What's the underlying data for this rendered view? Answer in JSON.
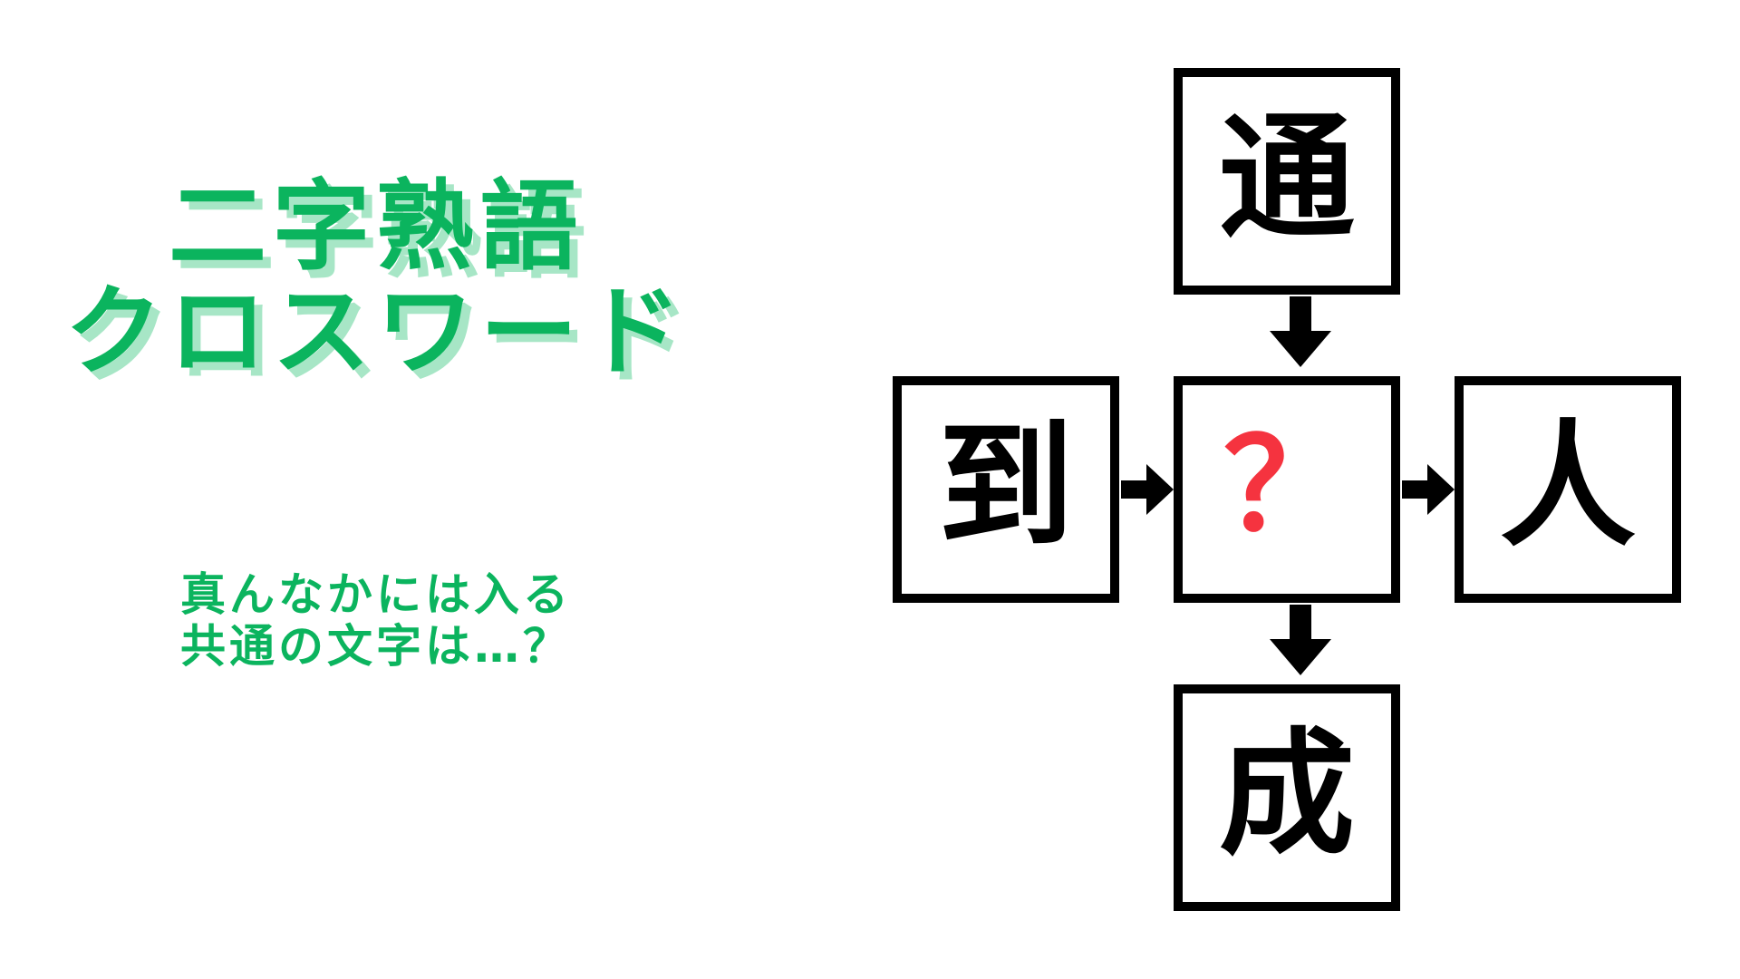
{
  "page": {
    "background_color": "#ffffff",
    "accent_green": "#0bb45e",
    "shadow_green": "#a7e6c6",
    "accent_red": "#f5333f",
    "border_black": "#000000"
  },
  "title": {
    "line1": "二字熟語",
    "line2": "クロスワード"
  },
  "subtitle": {
    "line1": "真んなかには入る",
    "line2": "共通の文字は…？"
  },
  "puzzle": {
    "cells": {
      "top": "通",
      "left": "到",
      "center": "？",
      "right": "人",
      "bottom": "成"
    },
    "arrows": [
      {
        "name": "arrow-top-to-center",
        "direction": "down"
      },
      {
        "name": "arrow-left-to-center",
        "direction": "right"
      },
      {
        "name": "arrow-center-to-right",
        "direction": "right"
      },
      {
        "name": "arrow-center-to-bottom",
        "direction": "down"
      }
    ]
  }
}
